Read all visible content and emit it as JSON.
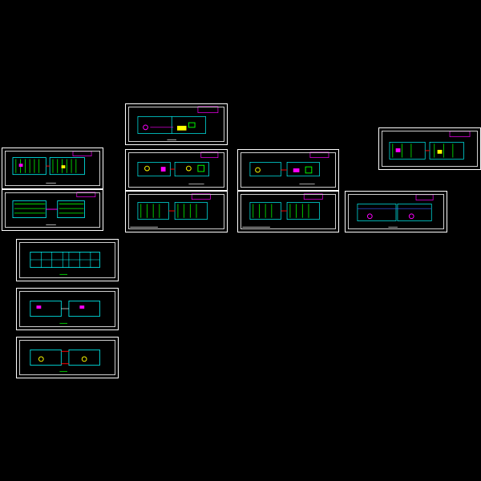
{
  "drawing": {
    "background": "#000000",
    "frame_color": "#ffffff",
    "palette": {
      "cyan": "#00ffff",
      "green": "#00ff00",
      "yellow": "#ffff00",
      "magenta": "#ff00ff",
      "red": "#ff0000",
      "blue": "#3b5bff",
      "white": "#ffffff"
    }
  },
  "sheets": [
    {
      "id": "s1",
      "style": "dense-green"
    },
    {
      "id": "s2",
      "style": "dense-green"
    },
    {
      "id": "s3",
      "style": "sparse-plan"
    },
    {
      "id": "s4",
      "style": "sparse-plan"
    },
    {
      "id": "s5",
      "style": "dense-green"
    },
    {
      "id": "s6",
      "style": "sparse-plan"
    },
    {
      "id": "s7",
      "style": "dense-green"
    },
    {
      "id": "s8",
      "style": "section"
    },
    {
      "id": "s9",
      "style": "dense-color"
    },
    {
      "id": "s10",
      "style": "cyan-plan"
    },
    {
      "id": "s11",
      "style": "cyan-plan"
    },
    {
      "id": "s12",
      "style": "red-plan"
    }
  ]
}
